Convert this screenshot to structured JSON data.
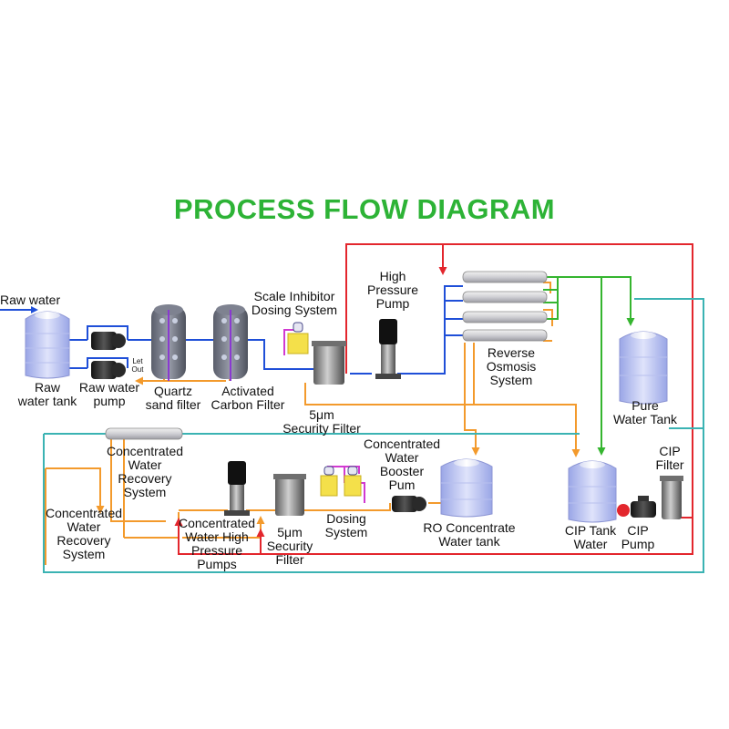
{
  "title": "PROCESS FLOW DIAGRAM",
  "colors": {
    "title": "#2db336",
    "raw_water_line": "#1f4fd8",
    "orange_line": "#f39a2c",
    "red_line": "#e3262d",
    "green_line": "#35b52f",
    "teal_line": "#3bb3b3",
    "magenta_line": "#d13ad1"
  },
  "labels": {
    "raw_water": "Raw water",
    "raw_water_tank": [
      "Raw",
      "water tank"
    ],
    "raw_water_pump": [
      "Raw water",
      "pump"
    ],
    "let": "Let",
    "out": "Out",
    "quartz_sand_filter": [
      "Quartz",
      "sand filter"
    ],
    "activated_carbon_filter": [
      "Activated",
      "Carbon Filter"
    ],
    "scale_inhibitor": [
      "Scale Inhibitor",
      "Dosing System"
    ],
    "high_pressure_pump": [
      "High",
      "Pressure",
      "Pump"
    ],
    "security_filter_top": [
      "5μm",
      "Security Filter"
    ],
    "reverse_osmosis": [
      "Reverse",
      "Osmosis",
      "System"
    ],
    "pure_water_tank": [
      "Pure",
      "Water Tank"
    ],
    "cip_filter": [
      "CIP",
      "Filter"
    ],
    "concentrated_recovery_top": [
      "Concentrated",
      "Water",
      "Recovery",
      "System"
    ],
    "concentrated_recovery_left": [
      "Concentrated",
      "Water",
      "Recovery",
      "System"
    ],
    "concentrated_hp_pumps": [
      "Concentrated",
      "Water High",
      "Pressure",
      "Pumps"
    ],
    "security_filter_bottom": [
      "5μm",
      "Security",
      "Filter"
    ],
    "dosing_system": [
      "Dosing",
      "System"
    ],
    "concentrated_booster": [
      "Concentrated",
      "Water",
      "Booster",
      "Pum"
    ],
    "ro_concentrate_tank": [
      "RO Concentrate",
      "Water tank"
    ],
    "cip_tank": [
      "CIP Tank",
      "Water"
    ],
    "cip_pump": [
      "CIP",
      "Pump"
    ]
  }
}
